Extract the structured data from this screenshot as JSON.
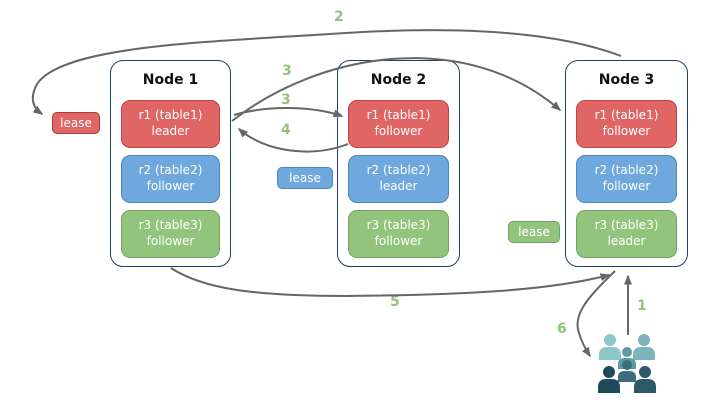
{
  "nodes": [
    {
      "title": "Node 1",
      "replicas": [
        {
          "name": "r1 (table1)",
          "role": "leader",
          "variant": "red"
        },
        {
          "name": "r2 (table2)",
          "role": "follower",
          "variant": "blue"
        },
        {
          "name": "r3 (table3)",
          "role": "follower",
          "variant": "green"
        }
      ]
    },
    {
      "title": "Node 2",
      "replicas": [
        {
          "name": "r1 (table1)",
          "role": "follower",
          "variant": "red"
        },
        {
          "name": "r2 (table2)",
          "role": "leader",
          "variant": "blue"
        },
        {
          "name": "r3 (table3)",
          "role": "follower",
          "variant": "green"
        }
      ]
    },
    {
      "title": "Node 3",
      "replicas": [
        {
          "name": "r1 (table1)",
          "role": "follower",
          "variant": "red"
        },
        {
          "name": "r2 (table2)",
          "role": "follower",
          "variant": "blue"
        },
        {
          "name": "r3 (table3)",
          "role": "leader",
          "variant": "green"
        }
      ]
    }
  ],
  "leases": [
    {
      "label": "lease",
      "variant": "red"
    },
    {
      "label": "lease",
      "variant": "blue"
    },
    {
      "label": "lease",
      "variant": "green"
    }
  ],
  "steps": {
    "one": "1",
    "two": "2",
    "three_a": "3",
    "three_b": "3",
    "four": "4",
    "five": "5",
    "six": "6"
  },
  "people": {
    "icon": "people-group-icon",
    "members": [
      {
        "color": "#8fc6c8"
      },
      {
        "color": "#7fb5ba"
      },
      {
        "color": "#5d9aa4"
      },
      {
        "color": "#3e6e7e"
      },
      {
        "color": "#1f4a59"
      },
      {
        "color": "#2a5968"
      }
    ]
  },
  "colors": {
    "replica_red": "#e06666",
    "replica_blue": "#6fa8dc",
    "replica_green": "#93c47d",
    "node_border": "#23406b",
    "arrow": "#666666",
    "step_label": "#93c47d"
  }
}
